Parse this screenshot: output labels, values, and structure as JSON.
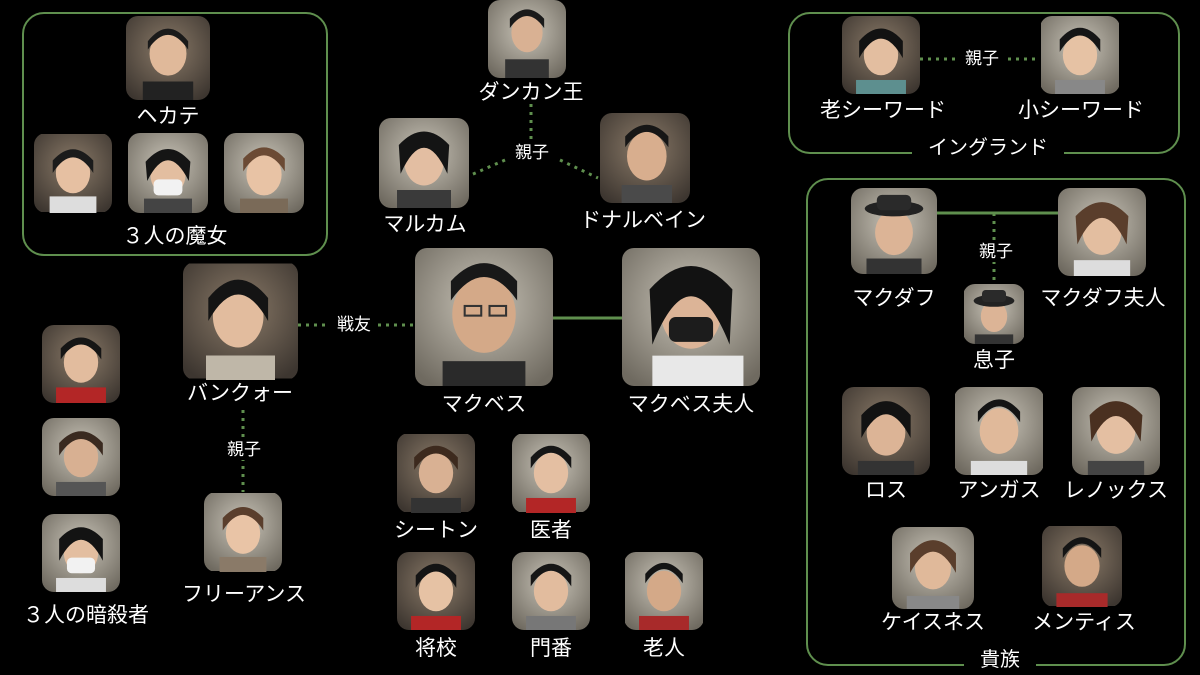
{
  "colors": {
    "line": "#5f8f4e",
    "background": "#000000",
    "text": "#ffffff"
  },
  "groups": {
    "witches": {
      "label": "３人の魔女"
    },
    "england": {
      "label": "イングランド"
    },
    "nobles": {
      "label": "貴族"
    }
  },
  "relations": {
    "duncan_sons": "親子",
    "banquo_fleance": "親子",
    "siward_pair": "親子",
    "macduff_son": "親子",
    "banquo_macbeth": "戦友"
  },
  "characters": {
    "hecate": {
      "name": "ヘカテ"
    },
    "witch1": {
      "name": ""
    },
    "witch2": {
      "name": ""
    },
    "witch3": {
      "name": ""
    },
    "duncan": {
      "name": "ダンカン王"
    },
    "malcolm": {
      "name": "マルカム"
    },
    "donalbain": {
      "name": "ドナルベイン"
    },
    "macbeth": {
      "name": "マクベス"
    },
    "lady_macbeth": {
      "name": "マクベス夫人"
    },
    "banquo": {
      "name": "バンクォー"
    },
    "fleance": {
      "name": "フリーアンス"
    },
    "murderers": {
      "name": "３人の暗殺者"
    },
    "murderer1": {
      "name": ""
    },
    "murderer2": {
      "name": ""
    },
    "murderer3": {
      "name": ""
    },
    "seyton": {
      "name": "シートン"
    },
    "doctor": {
      "name": "医者"
    },
    "officer": {
      "name": "将校"
    },
    "porter": {
      "name": "門番"
    },
    "old_man": {
      "name": "老人"
    },
    "old_siward": {
      "name": "老シーワード"
    },
    "young_siward": {
      "name": "小シーワード"
    },
    "macduff": {
      "name": "マクダフ"
    },
    "lady_macduff": {
      "name": "マクダフ夫人"
    },
    "son": {
      "name": "息子"
    },
    "ross": {
      "name": "ロス"
    },
    "angus": {
      "name": "アンガス"
    },
    "lennox": {
      "name": "レノックス"
    },
    "caithness": {
      "name": "ケイスネス"
    },
    "menteith": {
      "name": "メンティス"
    }
  }
}
